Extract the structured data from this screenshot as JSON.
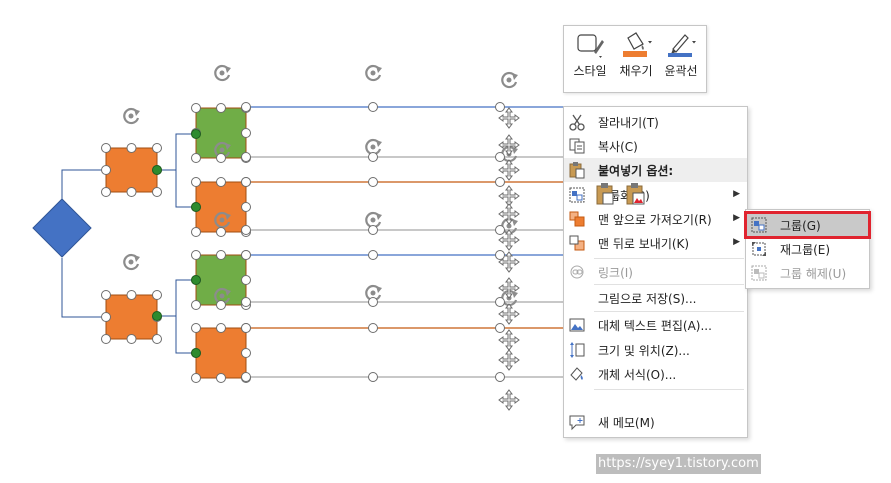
{
  "mini_toolbar": {
    "buttons": [
      {
        "label": "스타일",
        "icon": "shape-style-icon"
      },
      {
        "label": "채우기",
        "icon": "fill-bucket-icon"
      },
      {
        "label": "윤곽선",
        "icon": "outline-pen-icon"
      }
    ],
    "colors": {
      "fill": "#ed7d31",
      "outline": "#4472c4"
    }
  },
  "context_menu": {
    "items": {
      "cut": "잘라내기(T)",
      "copy": "복사(C)",
      "paste_options": "붙여넣기 옵션:",
      "group": "그룹화(G)",
      "bring_to_front": "맨 앞으로 가져오기(R)",
      "send_to_back": "맨 뒤로 보내기(K)",
      "link": "링크(I)",
      "save_as_picture": "그림으로 저장(S)...",
      "edit_alt_text": "대체 텍스트 편집(A)...",
      "size_position": "크기 및 위치(Z)...",
      "format_object": "개체 서식(O)...",
      "new_comment": "새 메모(M)"
    }
  },
  "submenu": {
    "items": {
      "group": "그룹(G)",
      "regroup": "재그룹(E)",
      "ungroup": "그룹 해제(U)"
    }
  },
  "watermark": "https://syey1.tistory.com",
  "diagram_colors": {
    "diamond": "#4472c4",
    "orange": "#ed7d31",
    "green": "#70ad47",
    "connector": "#2f5597",
    "line_gray": "#a6a6a6",
    "line_blue": "#4472c4",
    "line_brown": "#c55a11",
    "highlight_box": "#e0242f"
  }
}
